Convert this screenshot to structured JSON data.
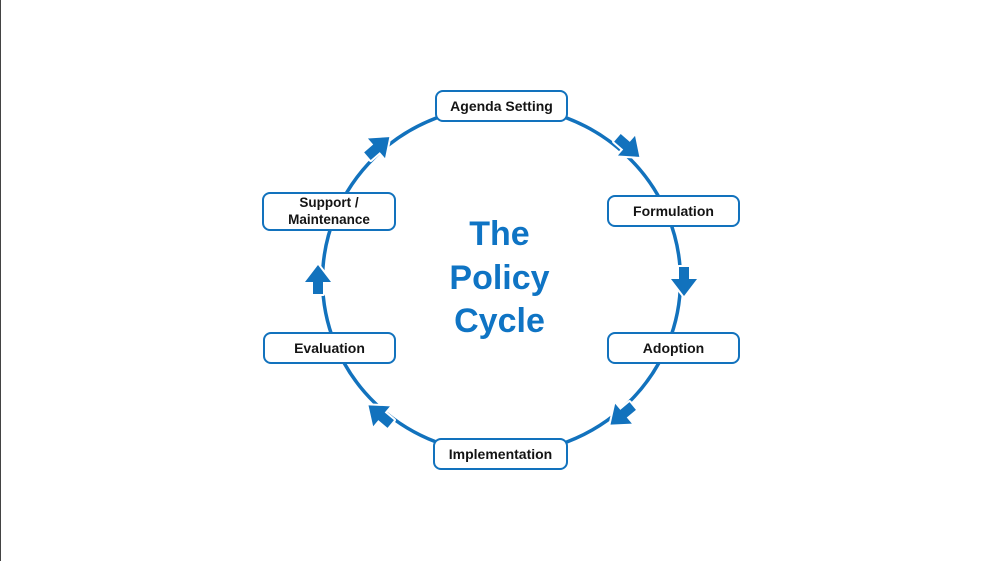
{
  "title": "The\nPolicy\nCycle",
  "stages": [
    {
      "label": "Agenda Setting"
    },
    {
      "label": "Formulation"
    },
    {
      "label": "Adoption"
    },
    {
      "label": "Implementation"
    },
    {
      "label": "Evaluation"
    },
    {
      "label": "Support /\nMaintenance"
    }
  ],
  "diagram": {
    "type": "cycle",
    "direction": "clockwise",
    "arrow_count": 6,
    "connections": [
      {
        "from": "Agenda Setting",
        "to": "Formulation"
      },
      {
        "from": "Formulation",
        "to": "Adoption"
      },
      {
        "from": "Adoption",
        "to": "Implementation"
      },
      {
        "from": "Implementation",
        "to": "Evaluation"
      },
      {
        "from": "Evaluation",
        "to": "Support / Maintenance"
      },
      {
        "from": "Support / Maintenance",
        "to": "Agenda Setting"
      }
    ]
  },
  "icons": {
    "arrow_style": "block-arrow-clockwise"
  },
  "colors": {
    "accent_blue": "#1272bd",
    "title_blue": "#0f74c4",
    "label_text": "#141414",
    "box_fill": "#ffffff",
    "background": "#ffffff"
  }
}
